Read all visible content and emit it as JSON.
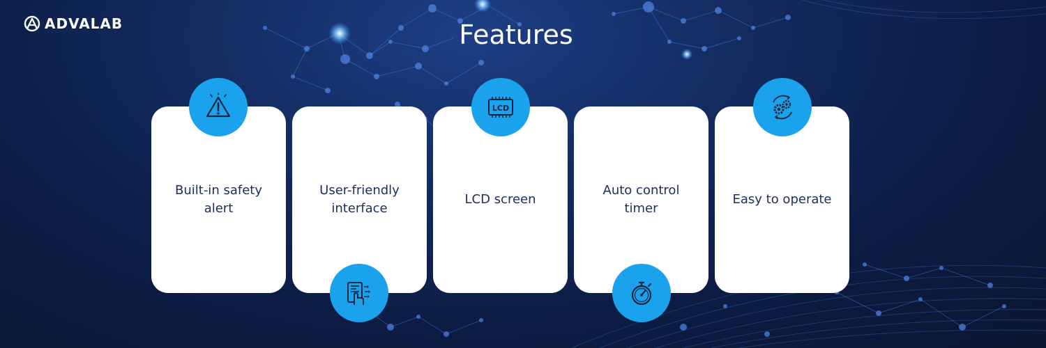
{
  "brand": {
    "name": "ADVALAB"
  },
  "page": {
    "title": "Features"
  },
  "features": [
    {
      "label": "Built-in safety\nalert",
      "icon": "warning-icon"
    },
    {
      "label": "User-friendly\ninterface",
      "icon": "touch-interface-icon"
    },
    {
      "label": "LCD screen",
      "icon": "lcd-icon",
      "icon_text": "LCD"
    },
    {
      "label": "Auto control\ntimer",
      "icon": "stopwatch-icon"
    },
    {
      "label": "Easy to operate",
      "icon": "gears-icon"
    }
  ],
  "colors": {
    "accent": "#1aa3ec",
    "card": "#ffffff",
    "text": "#1c2e59",
    "background": "#0c1c44"
  }
}
